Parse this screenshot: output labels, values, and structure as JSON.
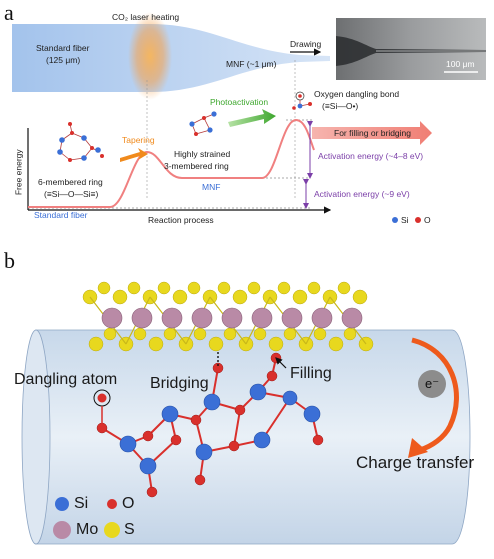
{
  "panel_a": {
    "label": "a",
    "fiber": {
      "standard_fiber_line1": "Standard fiber",
      "standard_fiber_line2": "(125 μm)",
      "laser_heating": "CO₂ laser heating",
      "mnf": "MNF (~1 μm)",
      "drawing": "Drawing",
      "scale_bar": "100 μm"
    },
    "energy_diagram": {
      "y_axis_label": "Free energy",
      "x_axis_label": "Reaction process",
      "six_ring_line1": "6-membered ring",
      "six_ring_line2": "(≡Si—O—Si≡)",
      "tapering": "Tapering",
      "strained_line1": "Highly strained",
      "strained_line2": "3-membered ring",
      "mnf_level": "MNF",
      "standard_fiber_level": "Standard fiber",
      "photoactivation": "Photoactivation",
      "dangling_line1": "Oxygen dangling bond",
      "dangling_line2": "(≡Si—O•)",
      "for_filling": "For filling or bridging",
      "activation_small": "Activation energy (~4–8 eV)",
      "activation_large": "Activation energy (~9 eV)",
      "legend_si": "Si",
      "legend_o": "O"
    }
  },
  "panel_b": {
    "label": "b",
    "dangling_atom": "Dangling atom",
    "bridging": "Bridging",
    "filling": "Filling",
    "electron": "e⁻",
    "charge_transfer": "Charge transfer",
    "legend": {
      "si": "Si",
      "o": "O",
      "mo": "Mo",
      "s": "S"
    }
  },
  "colors": {
    "fiber_blue": "#a9c8ee",
    "laser_orange": "#f5a04a",
    "energy_curve": "#f08080",
    "activation_purple": "#7b3fa8",
    "arrow_orange": "#f08a1c",
    "arrow_green": "#4cae3c",
    "si_blue": "#3b6fd6",
    "o_red": "#d9302c",
    "mo_mauve": "#b98aa6",
    "s_yellow": "#e8d81e"
  }
}
